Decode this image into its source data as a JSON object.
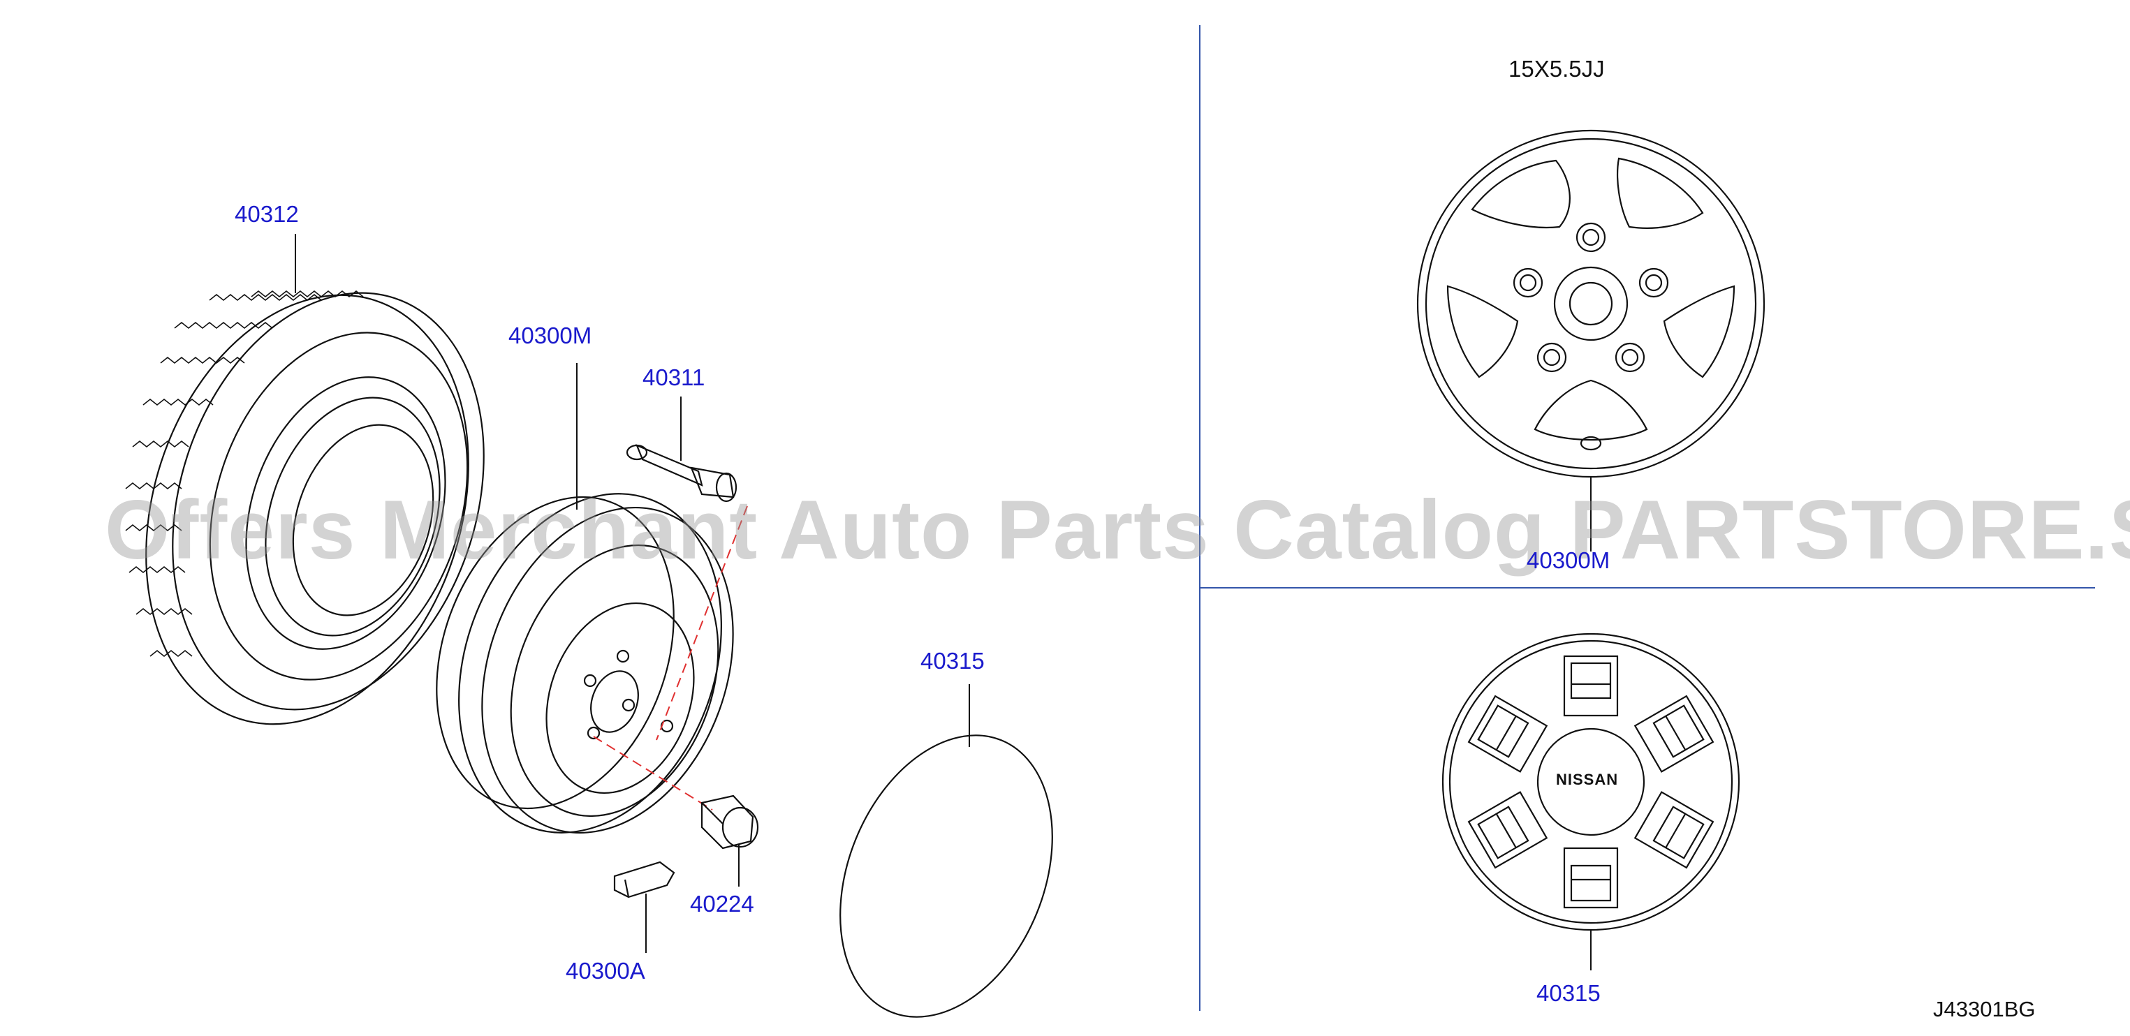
{
  "diagram_code": "J43301BG",
  "wheel_size": "15X5.5JJ",
  "watermark": "Offers Merchant Auto Parts Catalog PARTSTORE.SA",
  "callouts": {
    "tire": "40312",
    "steel_wheel": "40300M",
    "valve": "40311",
    "wheel_cover_left": "40315",
    "nut": "40224",
    "balance_weight": "40300A",
    "alloy_wheel": "40300M",
    "wheel_cover_right": "40315"
  },
  "cover_logo": "NISSAN",
  "colors": {
    "callout": "#1a1acc",
    "lines": "#111111",
    "divider": "#3355aa",
    "centerline": "#e03030"
  }
}
